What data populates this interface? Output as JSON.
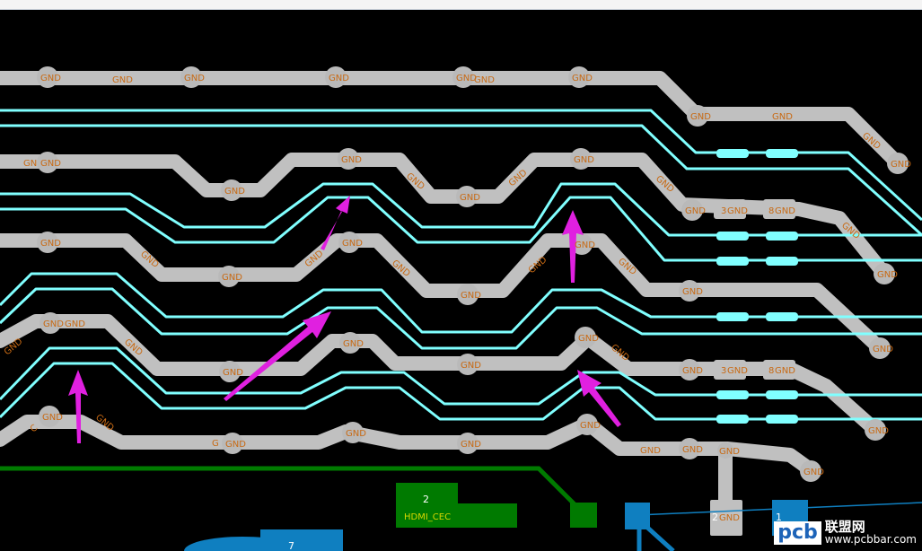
{
  "net_labels": {
    "gnd": "GND",
    "gnd_partial": "GN",
    "gnd_c_partial": "C",
    "gnd_g_partial": "G",
    "three": "3",
    "eight": "8"
  },
  "components": {
    "hdmi_cec_pin": "2",
    "hdmi_cec_net": "HDMI_CEC",
    "pin_two": "2",
    "pin_one": "1",
    "pin_seven": "7"
  },
  "watermark": {
    "logo": "pcb",
    "brand": "联盟网",
    "url": "www.pcbbar.com"
  },
  "colors": {
    "background": "#000000",
    "gnd_trace": "#c0c0c0",
    "signal_trace": "#80ffff",
    "arrow": "#e020e0",
    "ground_pad": "#007a00",
    "bottom_layer": "#0f7fc0",
    "label": "#c86a14"
  }
}
